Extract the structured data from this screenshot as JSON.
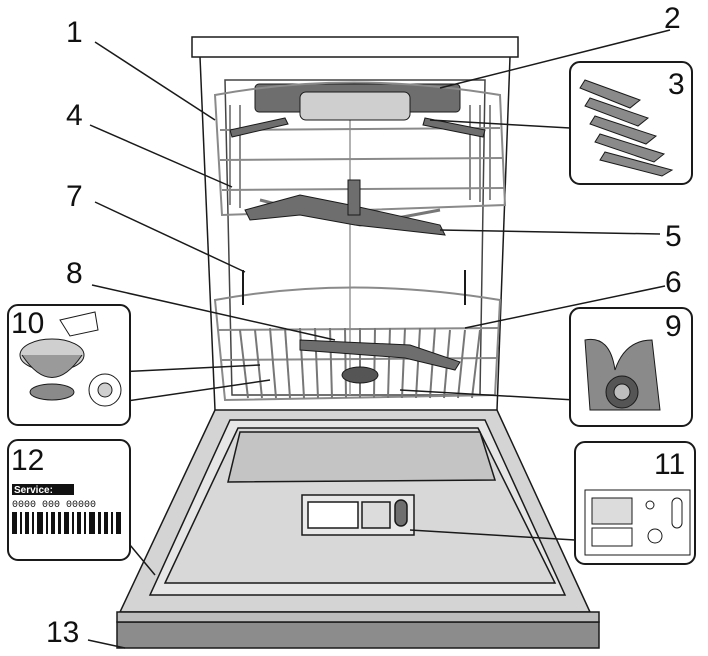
{
  "callouts": [
    {
      "id": "1",
      "label": "1"
    },
    {
      "id": "2",
      "label": "2"
    },
    {
      "id": "3",
      "label": "3"
    },
    {
      "id": "4",
      "label": "4"
    },
    {
      "id": "5",
      "label": "5"
    },
    {
      "id": "6",
      "label": "6"
    },
    {
      "id": "7",
      "label": "7"
    },
    {
      "id": "8",
      "label": "8"
    },
    {
      "id": "9",
      "label": "9"
    },
    {
      "id": "10",
      "label": "10"
    },
    {
      "id": "11",
      "label": "11"
    },
    {
      "id": "12",
      "label": "12"
    },
    {
      "id": "13",
      "label": "13"
    }
  ],
  "service_label": {
    "title": "Service:",
    "number": "0000 000 00000"
  },
  "colors": {
    "outline": "#1a1a1a",
    "rack_gray": "#9a9a9a",
    "part_dark": "#6e6e6e",
    "panel_light": "#cfcfcf",
    "door_gray": "#b8b8b8",
    "base_gray": "#8c8c8c"
  }
}
